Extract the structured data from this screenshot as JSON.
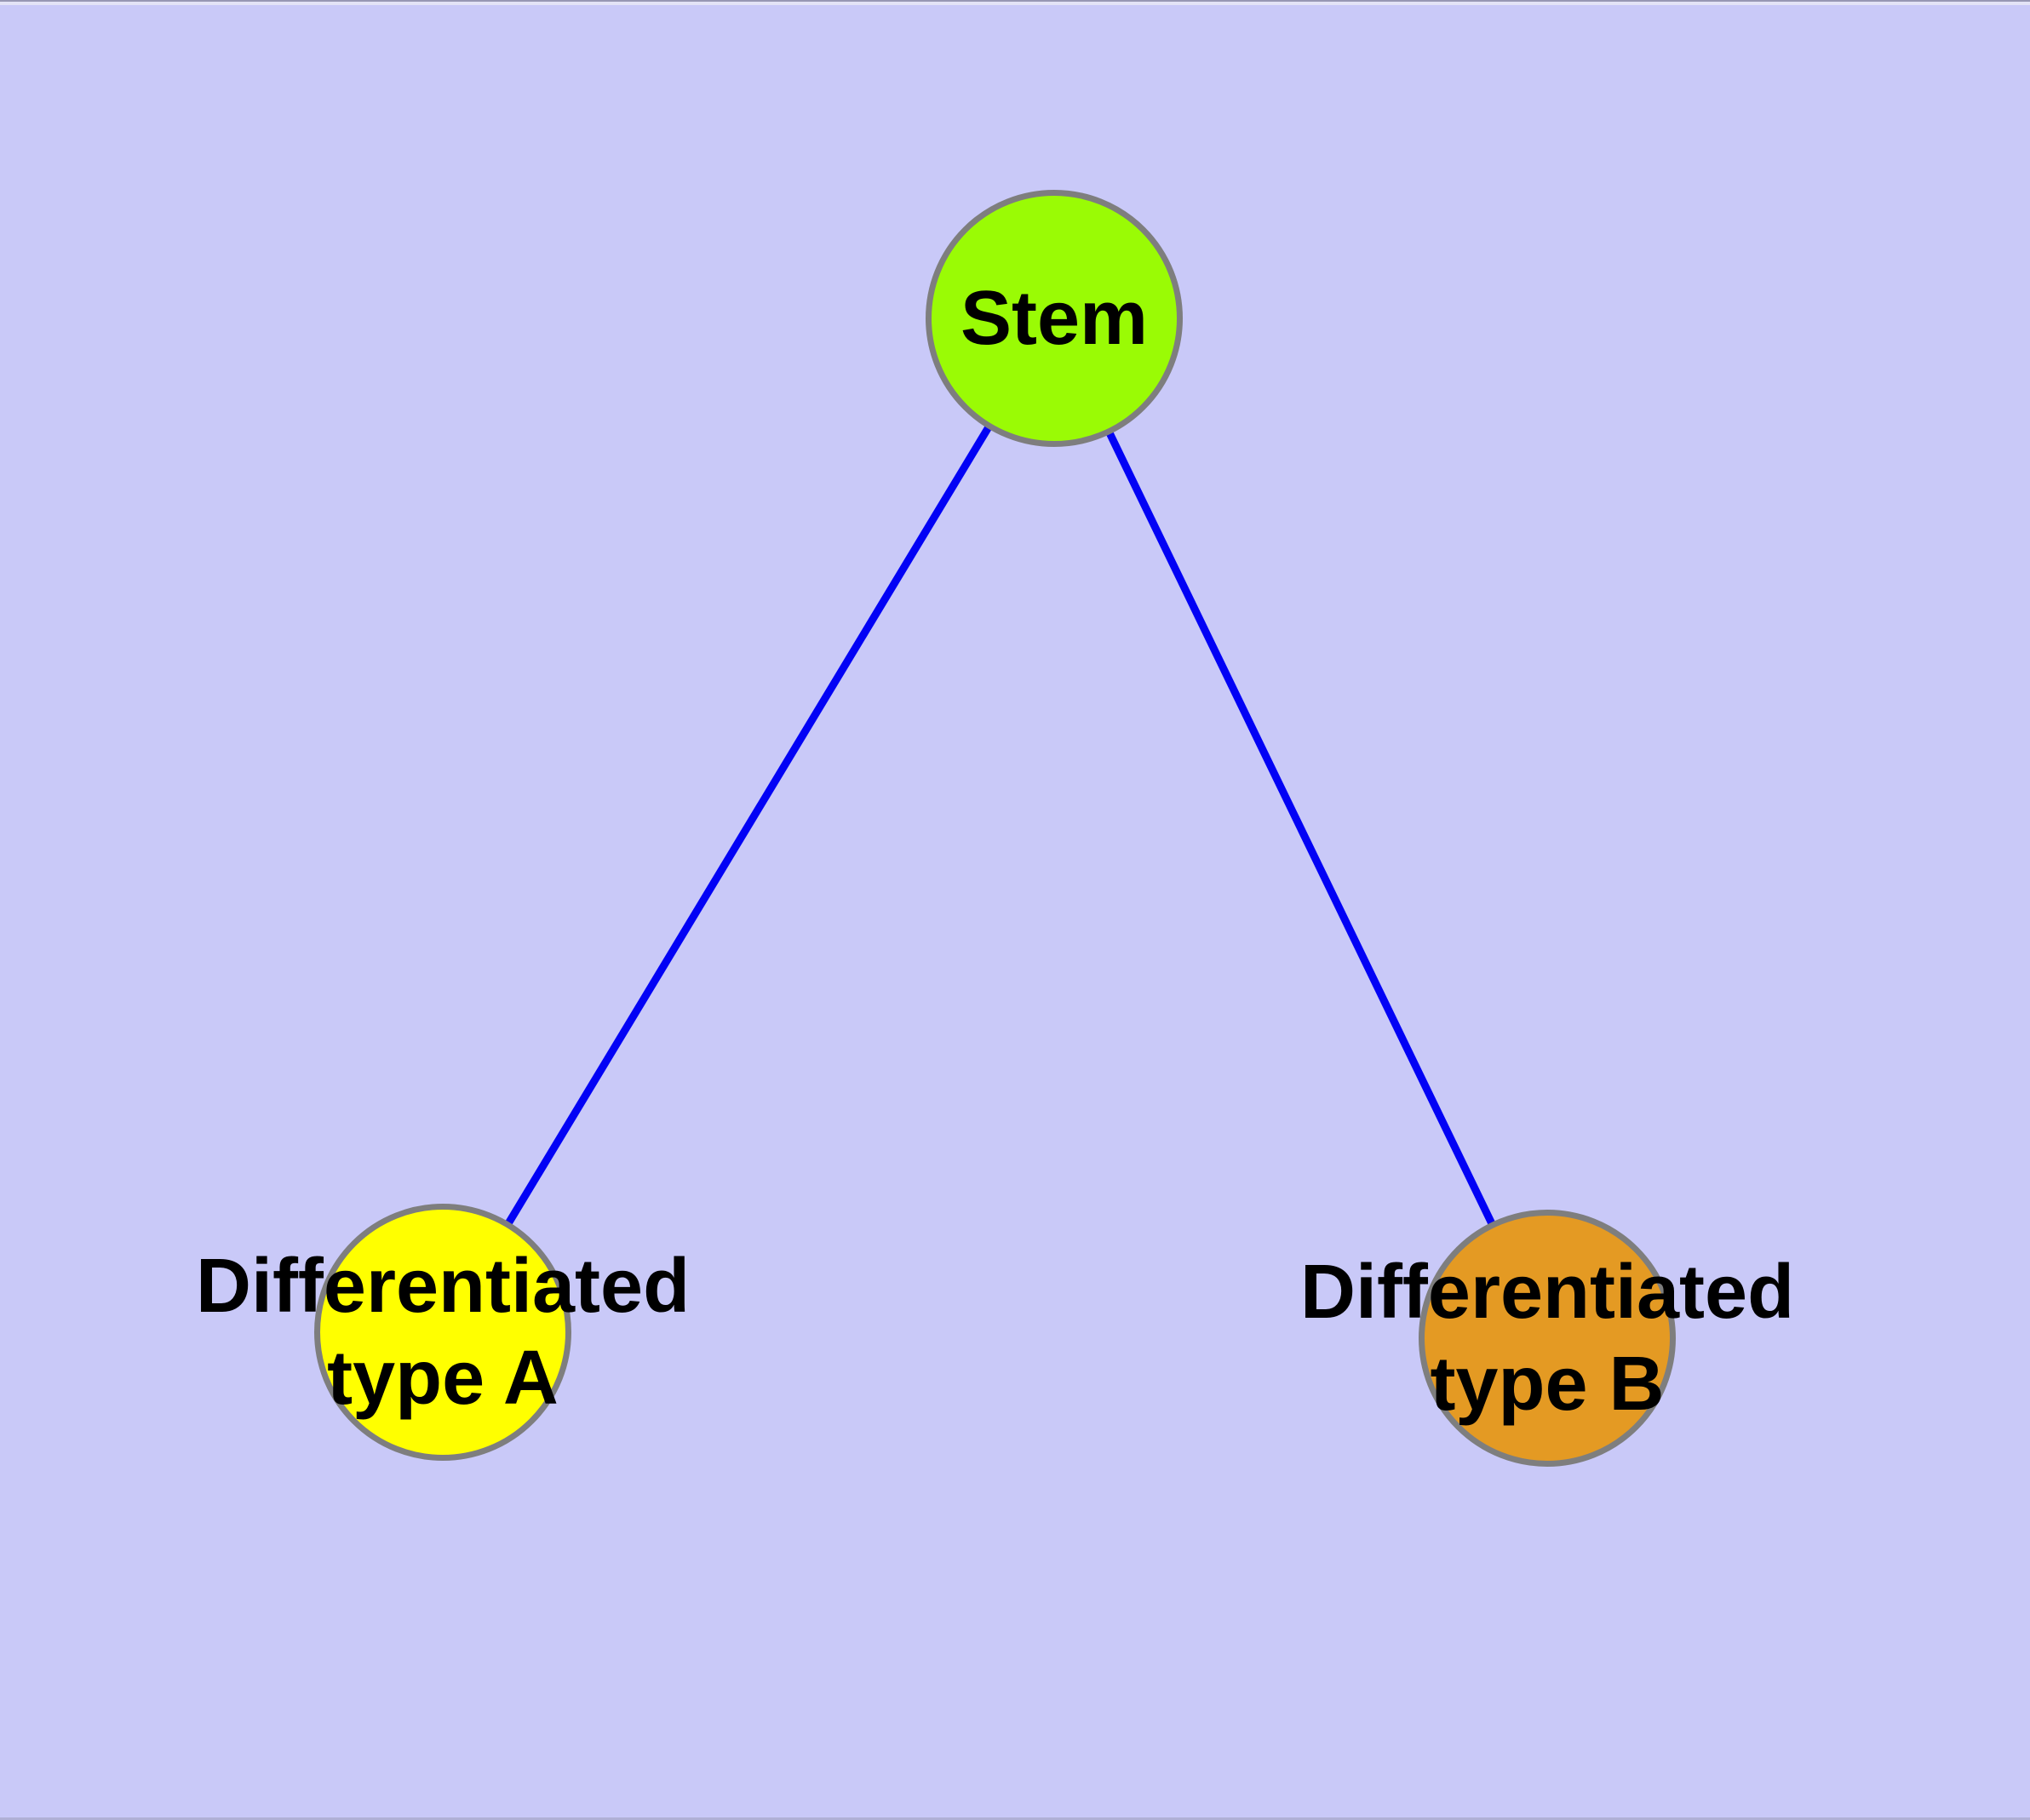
{
  "diagram": {
    "type": "graph",
    "nodes": [
      {
        "id": "stem",
        "label": "Stem",
        "label_line1": "Stem",
        "fill": "#9AFB05"
      },
      {
        "id": "differentiated-type-a",
        "label": "Differentiated type A",
        "label_line1": "Differentiated",
        "label_line2": "type A",
        "fill": "#FFFF00"
      },
      {
        "id": "differentiated-type-b",
        "label": "Differentiated type B",
        "label_line1": "Differentiated",
        "label_line2": "type B",
        "fill": "#E49A23"
      }
    ],
    "edges": [
      {
        "from": "stem",
        "to": "differentiated-type-a"
      },
      {
        "from": "stem",
        "to": "differentiated-type-b"
      }
    ]
  },
  "colors": {
    "background": "#C9C9F8",
    "edge": "#0202F5",
    "node_border": "#7E7E7E",
    "text": "#000000"
  }
}
